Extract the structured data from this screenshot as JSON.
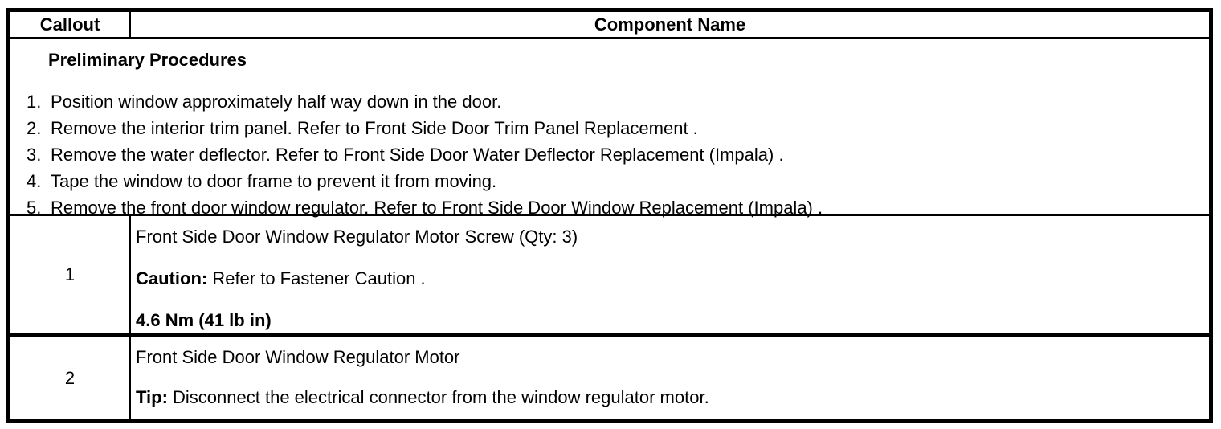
{
  "colors": {
    "border": "#000000",
    "background": "#ffffff",
    "text": "#000000"
  },
  "table": {
    "header": {
      "callout": "Callout",
      "component": "Component Name"
    },
    "preliminary": {
      "title": "Preliminary Procedures",
      "steps": [
        {
          "num": "1.",
          "text": "Position window approximately half way down in the door."
        },
        {
          "num": "2.",
          "text": "Remove the interior trim panel. Refer to Front Side Door Trim Panel Replacement ."
        },
        {
          "num": "3.",
          "text": "Remove the water deflector. Refer to Front Side Door Water Deflector Replacement (Impala) ."
        },
        {
          "num": "4.",
          "text": "Tape the window to door frame to prevent it from moving."
        },
        {
          "num": "5.",
          "text": "Remove the front door window regulator. Refer to Front Side Door Window Replacement (Impala) ."
        }
      ]
    },
    "rows": [
      {
        "callout": "1",
        "component_name": "Front Side Door Window Regulator Motor Screw (Qty: 3)",
        "caution_label": "Caution:",
        "caution_text": " Refer to Fastener Caution .",
        "torque_spec": "4.6 Nm (41 lb in)"
      },
      {
        "callout": "2",
        "component_name": "Front Side Door Window Regulator Motor",
        "tip_label": "Tip:",
        "tip_text": " Disconnect the electrical connector from the window regulator motor."
      }
    ]
  }
}
